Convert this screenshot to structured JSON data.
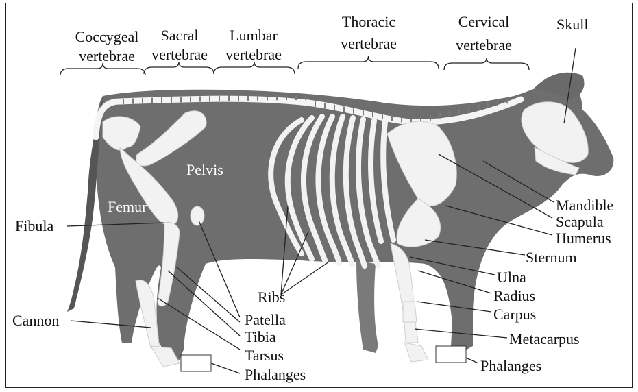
{
  "groups": {
    "coccygeal_1": "Coccygeal",
    "coccygeal_2": "vertebrae",
    "sacral_1": "Sacral",
    "sacral_2": "vertebrae",
    "lumbar_1": "Lumbar",
    "lumbar_2": "vertebrae",
    "thoracic_1": "Thoracic",
    "thoracic_2": "vertebrae",
    "cervical_1": "Cervical",
    "cervical_2": "vertebrae",
    "skull": "Skull"
  },
  "labels": {
    "pelvis": "Pelvis",
    "femur": "Femur",
    "fibula": "Fibula",
    "cannon": "Cannon",
    "ribs": "Ribs",
    "patella": "Patella",
    "tibia": "Tibia",
    "tarsus": "Tarsus",
    "phalanges_hind": "Phalanges",
    "mandible": "Mandible",
    "scapula": "Scapula",
    "humerus": "Humerus",
    "sternum": "Sternum",
    "ulna": "Ulna",
    "radius": "Radius",
    "carpus": "Carpus",
    "metacarpus": "Metacarpus",
    "phalanges_fore": "Phalanges"
  }
}
